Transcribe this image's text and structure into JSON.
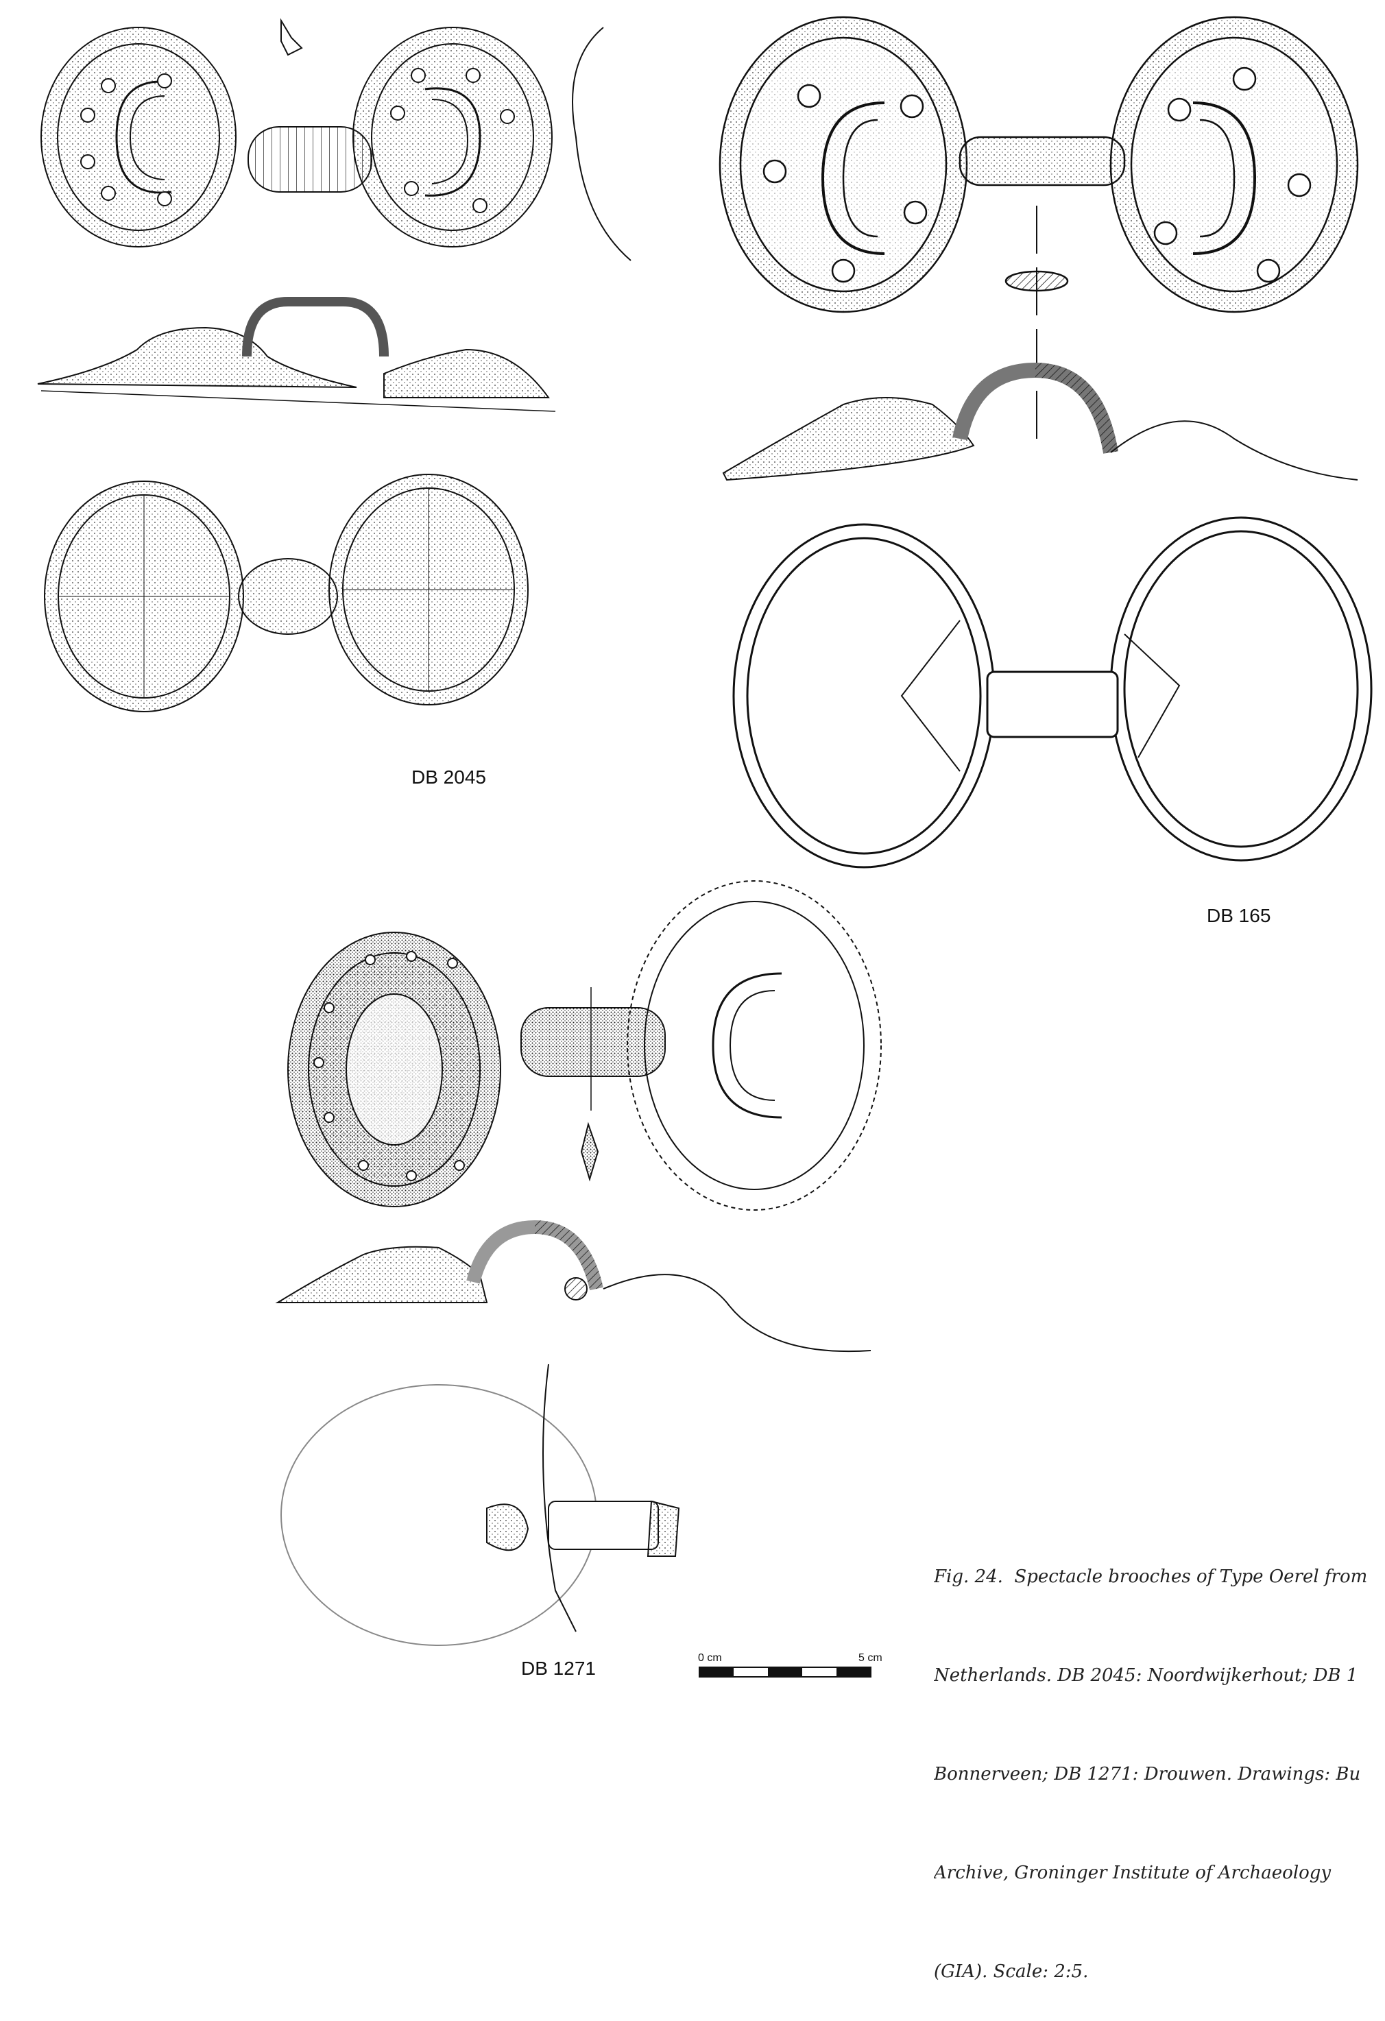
{
  "figures": [
    {
      "id": "DB 2045"
    },
    {
      "id": "DB 165"
    },
    {
      "id": "DB 1271"
    }
  ],
  "scale_bar": {
    "start_label": "0 cm",
    "end_label": "5 cm"
  },
  "caption": {
    "lines": [
      "Fig. 24.  Spectacle brooches of Type Oerel from",
      "Netherlands. DB 2045: Noordwijkerhout; DB 1",
      "Bonnerveen; DB 1271: Drouwen. Drawings: Bu",
      "Archive, Groninger Institute of Archaeology",
      "(GIA). Scale: 2:5."
    ]
  }
}
